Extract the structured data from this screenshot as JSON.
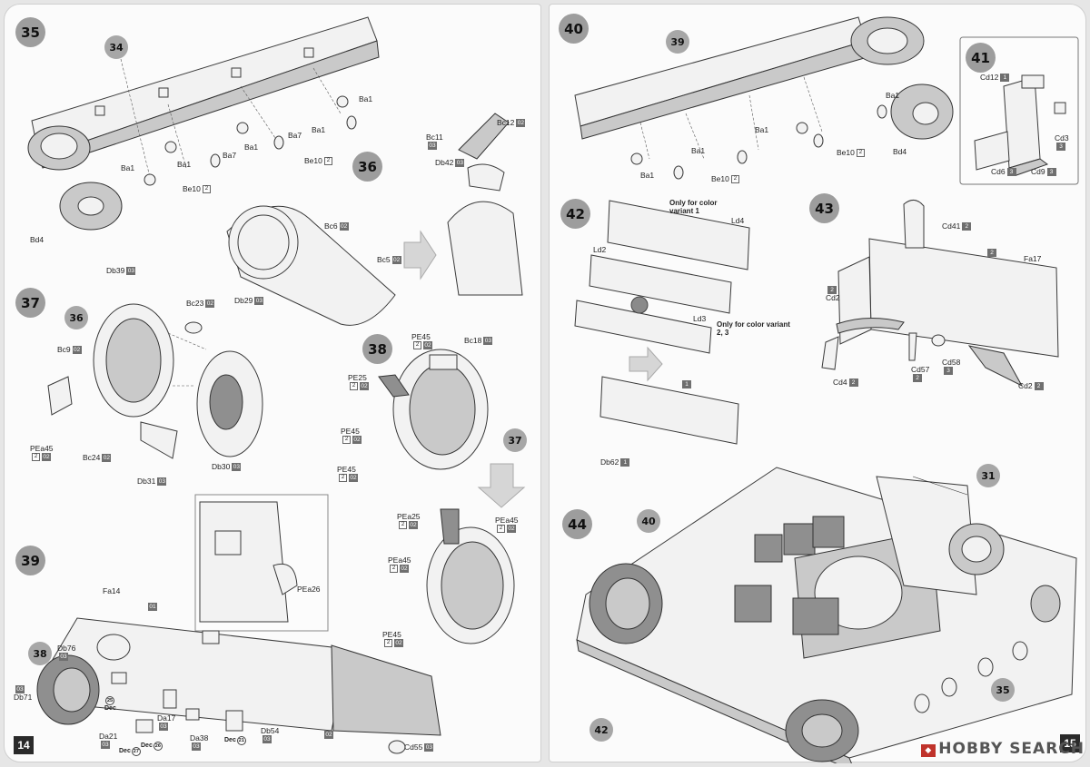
{
  "pages": {
    "left": {
      "number": "14"
    },
    "right": {
      "number": "15"
    }
  },
  "steps": {
    "s35": "35",
    "s36": "36",
    "s37": "37",
    "s38": "38",
    "s39": "39",
    "s40": "40",
    "s41": "41",
    "s42": "42",
    "s43": "43",
    "s44": "44"
  },
  "refs": {
    "r34": "34",
    "r36": "36",
    "r37": "37",
    "r38": "38",
    "r39": "39",
    "r40": "40",
    "r31": "31",
    "r42": "42",
    "r35": "35"
  },
  "step35": {
    "ba1": "Ba1",
    "ba7": "Ba7",
    "be10": "Be10",
    "be10_box": "2",
    "bd4": "Bd4"
  },
  "step36": {
    "bc11": "Bc11",
    "bc11_box": "03",
    "bc12": "Bc12",
    "bc12_box": "02",
    "db42": "Db42",
    "db42_box": "03",
    "bc6": "Bc6",
    "bc6_box": "02",
    "bc5": "Bc5",
    "bc5_box": "02",
    "db29": "Db29",
    "db29_box": "03"
  },
  "step37": {
    "db39": "Db39",
    "db39_box": "03",
    "bc23": "Bc23",
    "bc23_box": "02",
    "bc9": "Bc9",
    "bc9_box": "02",
    "pea45": "PEa45",
    "pea45_box1": "2",
    "pea45_box2": "02",
    "bc24": "Bc24",
    "bc24_box": "02",
    "db31": "Db31",
    "db31_box": "03",
    "db30": "Db30",
    "db30_box": "03"
  },
  "step38": {
    "pe45": "PE45",
    "pe45_box1": "2",
    "pe45_box2": "02",
    "bc18": "Bc18",
    "bc18_box": "03",
    "pe25": "PE25",
    "pe25_box1": "2",
    "pe25_box2": "02",
    "pea25": "PEa25",
    "pea25_box1": "2",
    "pea25_box2": "02",
    "pea45": "PEa45",
    "pea45_box1": "2",
    "pea45_box2": "02"
  },
  "step39": {
    "pea26": "PEa26",
    "fa14": "Fa14",
    "fa14_box": "01",
    "db76": "Db76",
    "db76_box": "03",
    "db71": "Db71",
    "db71_box": "03",
    "da17": "Da17",
    "da17_box": "03",
    "da38": "Da38",
    "da38_box": "03",
    "db54": "Db54",
    "db54_box": "03",
    "da21": "Da21",
    "da21_box": "03",
    "cd55": "Cd55",
    "cd55_box": "03",
    "box_02": "02",
    "dec": "Dec",
    "dec_25": "25",
    "dec_27": "27",
    "dec_26": "26",
    "dec_21": "21"
  },
  "step40": {
    "ba1": "Ba1",
    "be10": "Be10",
    "be10_box": "2",
    "bd4": "Bd4"
  },
  "step41": {
    "cd12": "Cd12",
    "cd12_box": "1",
    "cd3": "Cd3",
    "cd3_box": "3",
    "cd6": "Cd6",
    "cd6_box": "3",
    "cd9": "Cd9",
    "cd9_box": "3"
  },
  "step42": {
    "note1": "Only for color variant 1",
    "note2": "Only for color variant 2, 3",
    "ld4": "Ld4",
    "ld2": "Ld2",
    "ld3": "Ld3",
    "box_1": "1",
    "db62": "Db62",
    "db62_box": "1"
  },
  "step43": {
    "cd41": "Cd41",
    "cd41_box": "2",
    "box_2": "2",
    "fa17": "Fa17",
    "cd2": "Cd2",
    "cd2_box": "2",
    "cd4": "Cd4",
    "cd4_box": "2",
    "cd57": "Cd57",
    "cd57_box": "2",
    "cd58": "Cd58",
    "cd58_box": "3",
    "cd2b": "Cd2",
    "cd2b_box": "2"
  },
  "watermark": "HOBBY SEARCH"
}
